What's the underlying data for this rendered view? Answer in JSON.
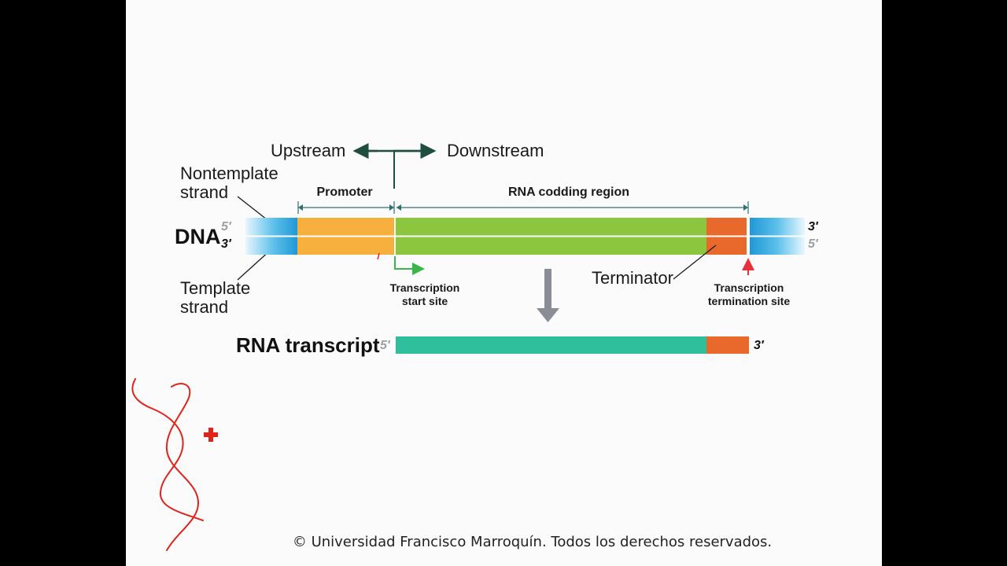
{
  "colors": {
    "dna_end": "#2ea6dd",
    "promoter": "#f7b03e",
    "coding": "#8cc63f",
    "terminator": "#e8692b",
    "rna": "#2fbf9c",
    "dark_arrow": "#1f4d3e",
    "guide": "#2f6f73",
    "start_arrow": "#39b54a",
    "end_arrow": "#e8313a",
    "gray_arrow": "#8a8d95",
    "annotation_red": "#e2231a"
  },
  "direction": {
    "upstream": "Upstream",
    "downstream": "Downstream"
  },
  "strands": {
    "nontemplate_line1": "Nontemplate",
    "nontemplate_line2": "strand",
    "template_line1": "Template",
    "template_line2": "strand"
  },
  "dna": {
    "label": "DNA",
    "left_top_end": "5′",
    "left_bottom_end": "3′",
    "right_top_end": "3′",
    "right_bottom_end": "5′"
  },
  "regions": {
    "promoter": "Promoter",
    "coding": "RNA codding region"
  },
  "sites": {
    "start_line1": "Transcription",
    "start_line2": "start site",
    "termination_line1": "Transcription",
    "termination_line2": "termination site",
    "terminator": "Terminator"
  },
  "rna": {
    "label": "RNA transcript",
    "five_prime": "5′",
    "three_prime": "3′"
  },
  "footer": {
    "copyright": "© Universidad Francisco Marroquín. Todos los derechos reservados."
  }
}
